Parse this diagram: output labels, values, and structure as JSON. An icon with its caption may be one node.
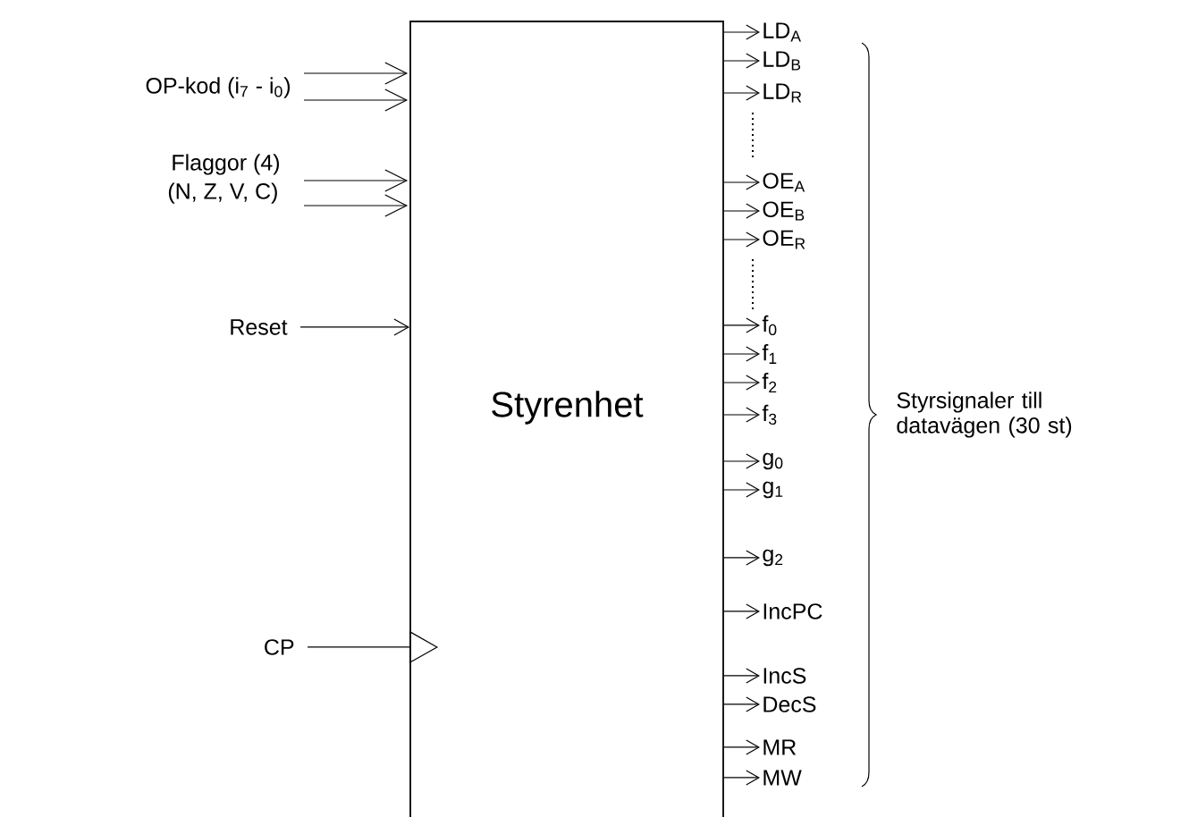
{
  "diagram": {
    "nodes": [
      {
        "text": [
          "Styrenhet"
        ]
      },
      {
        "text": [
          "OP-kod  (i$_{7}$ - i$_{0}$)"
        ]
      },
      {
        "text": [
          "Flaggor (4)",
          "(N, Z, V, C)"
        ]
      },
      {
        "text": [
          "Reset"
        ]
      },
      {
        "text": [
          "CP"
        ]
      },
      {
        "text": [
          "LD$_{A}$"
        ]
      },
      {
        "text": [
          "LD$_{B}$"
        ]
      },
      {
        "text": [
          "LD$_{R}$"
        ]
      },
      {
        "text": [
          "OE$_{A}$"
        ]
      },
      {
        "text": [
          "OE$_{B}$"
        ]
      },
      {
        "text": [
          "OE$_{R}$"
        ]
      },
      {
        "text": [
          "f$_{0}$"
        ]
      },
      {
        "text": [
          "f$_{1}$"
        ]
      },
      {
        "text": [
          "f$_{2}$"
        ]
      },
      {
        "text": [
          "f$_{3}$"
        ]
      },
      {
        "text": [
          "g$_{0}$"
        ]
      },
      {
        "text": [
          "g$_{1}$"
        ]
      },
      {
        "text": [
          "g$_{2}$"
        ]
      },
      {
        "text": [
          "IncPC"
        ]
      },
      {
        "text": [
          "IncS"
        ]
      },
      {
        "text": [
          "DecS"
        ]
      },
      {
        "text": [
          "MR"
        ]
      },
      {
        "text": [
          "MW"
        ]
      }
    ],
    "edges": [
      {
        "from": 1,
        "to": 0,
        "arrow": "to"
      },
      {
        "from": 1,
        "to": 0,
        "arrow": "to"
      },
      {
        "from": 2,
        "to": 0,
        "arrow": "to"
      },
      {
        "from": 2,
        "to": 0,
        "arrow": "to"
      },
      {
        "from": 3,
        "to": 0,
        "arrow": "to"
      },
      {
        "from": 4,
        "to": 0,
        "arrow": "to"
      },
      {
        "from": 0,
        "to": 5,
        "arrow": "to"
      },
      {
        "from": 0,
        "to": 6,
        "arrow": "to"
      },
      {
        "from": 0,
        "to": 7,
        "arrow": "to"
      },
      {
        "from": 0,
        "to": 8,
        "arrow": "to"
      },
      {
        "from": 0,
        "to": 9,
        "arrow": "to"
      },
      {
        "from": 0,
        "to": 10,
        "arrow": "to"
      },
      {
        "from": 0,
        "to": 11,
        "arrow": "to"
      },
      {
        "from": 0,
        "to": 12,
        "arrow": "to"
      },
      {
        "from": 0,
        "to": 13,
        "arrow": "to"
      },
      {
        "from": 0,
        "to": 14,
        "arrow": "to"
      },
      {
        "from": 0,
        "to": 15,
        "arrow": "to"
      },
      {
        "from": 0,
        "to": 16,
        "arrow": "to"
      },
      {
        "from": 0,
        "to": 17,
        "arrow": "to"
      },
      {
        "from": 0,
        "to": 18,
        "arrow": "to"
      },
      {
        "from": 0,
        "to": 19,
        "arrow": "to"
      },
      {
        "from": 0,
        "to": 20,
        "arrow": "to"
      },
      {
        "from": 0,
        "to": 21,
        "arrow": "to"
      },
      {
        "from": 0,
        "to": 22,
        "arrow": "to"
      }
    ],
    "labels": [
      "Styrsignaler till datavägen (30 st)"
    ]
  }
}
